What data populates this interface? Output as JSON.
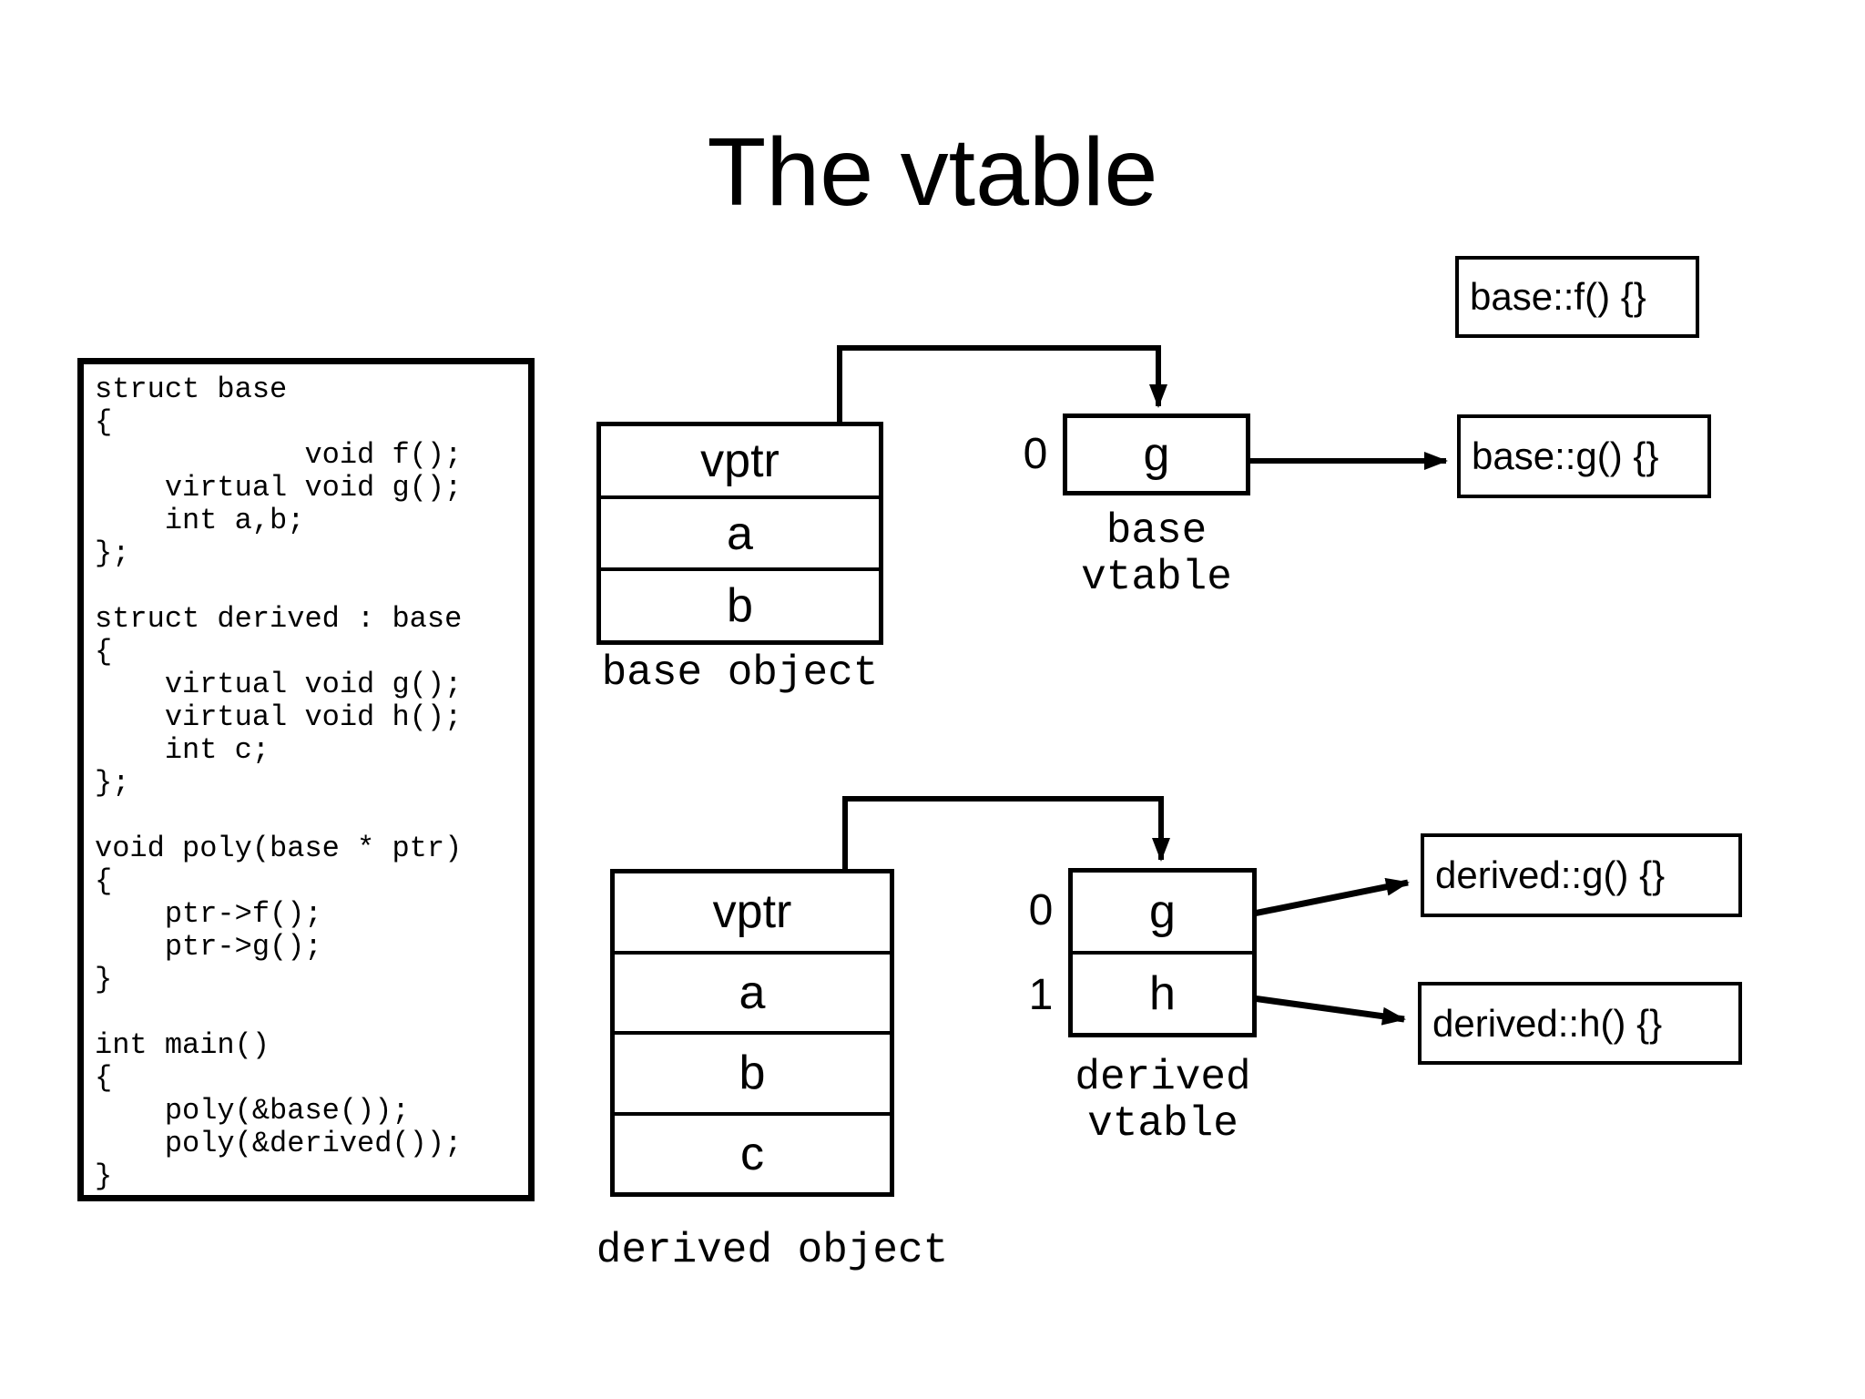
{
  "title": "The vtable",
  "code": "struct base\n{\n            void f();\n    virtual void g();\n    int a,b;\n};\n\nstruct derived : base\n{\n    virtual void g();\n    virtual void h();\n    int c;\n};\n\nvoid poly(base * ptr)\n{\n    ptr->f();\n    ptr->g();\n}\n\nint main()\n{\n    poly(&base());\n    poly(&derived());\n}",
  "base_object": {
    "cells": [
      "vptr",
      "a",
      "b"
    ],
    "label": "base object"
  },
  "base_vtable": {
    "index0": "0",
    "rows": [
      "g"
    ],
    "label": "base\nvtable"
  },
  "derived_object": {
    "cells": [
      "vptr",
      "a",
      "b",
      "c"
    ],
    "label": "derived object"
  },
  "derived_vtable": {
    "index0": "0",
    "index1": "1",
    "rows": [
      "g",
      "h"
    ],
    "label": "derived\nvtable"
  },
  "functions": {
    "base_f": "base::f() {}",
    "base_g": "base::g() {}",
    "derived_g": "derived::g() {}",
    "derived_h": "derived::h() {}"
  },
  "colors": {
    "ink": "#000000",
    "background": "#ffffff"
  }
}
